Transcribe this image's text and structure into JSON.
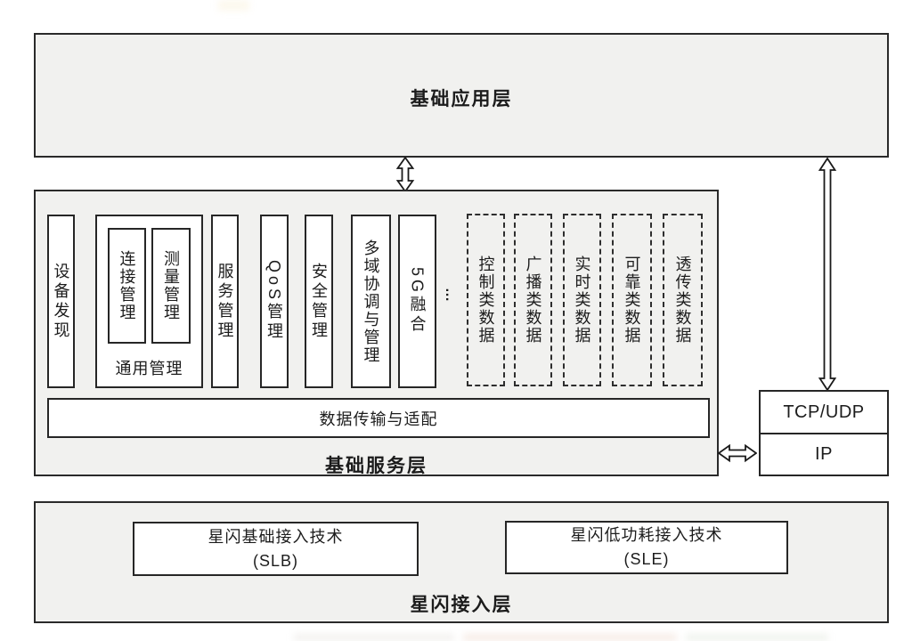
{
  "app_layer": {
    "label": "基础应用层"
  },
  "service_layer": {
    "label": "基础服务层",
    "modules": {
      "device_discovery": "设备发现",
      "service_mgmt": "服务管理",
      "qos_mgmt": "QoS管理",
      "security_mgmt": "安全管理",
      "multidomain_mgmt": "多域协调与管理",
      "fusion_5g": "5G融合"
    },
    "general_group": {
      "label": "通用管理",
      "connection_mgmt": "连接管理",
      "measurement_mgmt": "测量管理"
    },
    "ellipsis": "…",
    "data_types": [
      "控制类数据",
      "广播类数据",
      "实时类数据",
      "可靠类数据",
      "透传类数据"
    ],
    "transport_bar": "数据传输与适配"
  },
  "protocol_stack": {
    "tcp_udp": "TCP/UDP",
    "ip": "IP"
  },
  "access_layer": {
    "label": "星闪接入层",
    "slb_line1": "星闪基础接入技术",
    "slb_line2": "(SLB)",
    "sle_line1": "星闪低功耗接入技术",
    "sle_line2": "(SLE)"
  },
  "colors": {
    "layer_fill": "#f1f1ef",
    "box_border": "#262626",
    "inner_box_fill": "#ffffff",
    "text": "#1c1c1c"
  }
}
